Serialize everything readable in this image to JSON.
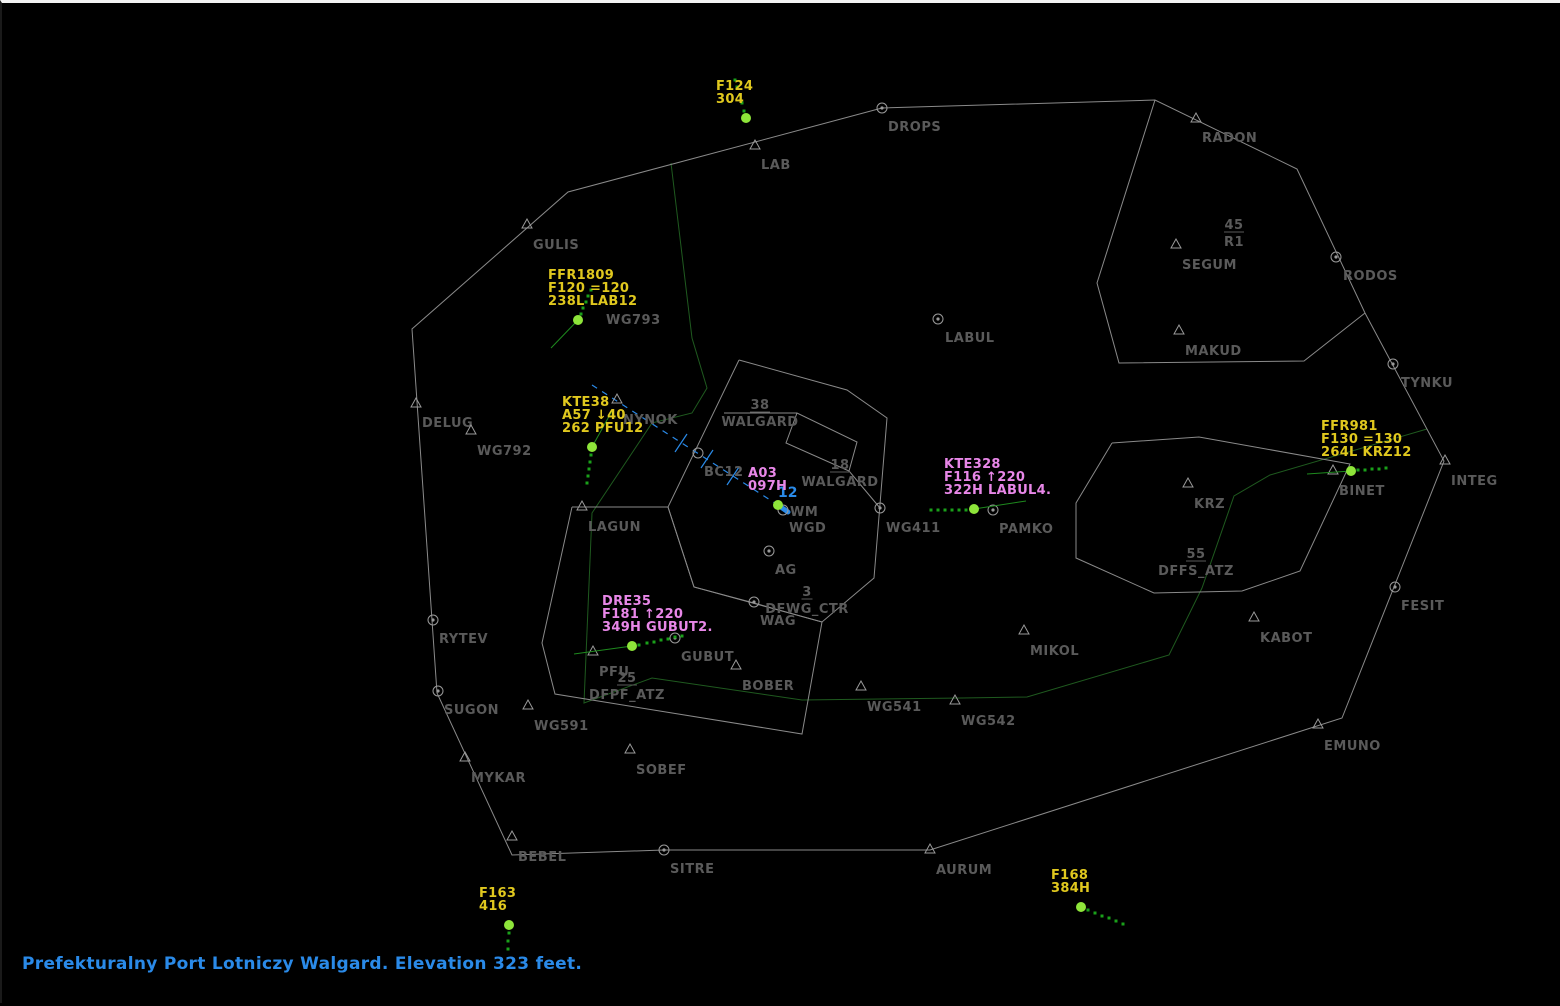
{
  "status_line": "Prefekturalny Port Lotniczy Walgard. Elevation 323 feet.",
  "colors": {
    "background": "#000000",
    "boundary_line": "#8a8a8a",
    "tma_line": "#1f5a1f",
    "fix_label": "#5a5a5a",
    "aircraft_blip": "#8ee53a",
    "history_dots": "#1aa01a",
    "label_arrival": "#e0c81e",
    "label_departure": "#e887e8",
    "approach_line": "#2a8ae8"
  },
  "fixes": [
    {
      "name": "DROPS",
      "type": "vor"
    },
    {
      "name": "LAB",
      "type": "triangle"
    },
    {
      "name": "RADON",
      "type": "triangle"
    },
    {
      "name": "GULIS",
      "type": "triangle"
    },
    {
      "name": "SEGUM",
      "type": "triangle"
    },
    {
      "name": "RODOS",
      "type": "vor"
    },
    {
      "name": "WG793",
      "type": "none"
    },
    {
      "name": "LABUL",
      "type": "vor"
    },
    {
      "name": "MAKUD",
      "type": "triangle"
    },
    {
      "name": "TYNKU",
      "type": "vor"
    },
    {
      "name": "DELUG",
      "type": "triangle"
    },
    {
      "name": "NYNOK",
      "type": "triangle"
    },
    {
      "name": "WG792",
      "type": "triangle"
    },
    {
      "name": "INTEG",
      "type": "triangle"
    },
    {
      "name": "BC12",
      "type": "circle"
    },
    {
      "name": "KRZ",
      "type": "triangle"
    },
    {
      "name": "BINET",
      "type": "triangle"
    },
    {
      "name": "WM",
      "type": "none"
    },
    {
      "name": "WGD",
      "type": "circle"
    },
    {
      "name": "WG411",
      "type": "vor"
    },
    {
      "name": "PAMKO",
      "type": "vor"
    },
    {
      "name": "LAGUN",
      "type": "triangle"
    },
    {
      "name": "AG",
      "type": "vor"
    },
    {
      "name": "FESIT",
      "type": "vor"
    },
    {
      "name": "WAG",
      "type": "vor"
    },
    {
      "name": "KABOT",
      "type": "triangle"
    },
    {
      "name": "RYTEV",
      "type": "vor"
    },
    {
      "name": "MIKOL",
      "type": "triangle"
    },
    {
      "name": "GUBUT",
      "type": "vor"
    },
    {
      "name": "PFU",
      "type": "triangle"
    },
    {
      "name": "BOBER",
      "type": "triangle"
    },
    {
      "name": "SUGON",
      "type": "vor"
    },
    {
      "name": "WG541",
      "type": "triangle"
    },
    {
      "name": "WG542",
      "type": "triangle"
    },
    {
      "name": "WG591",
      "type": "triangle"
    },
    {
      "name": "EMUNO",
      "type": "triangle"
    },
    {
      "name": "MYKAR",
      "type": "triangle"
    },
    {
      "name": "SOBEF",
      "type": "triangle"
    },
    {
      "name": "BEBEL",
      "type": "triangle"
    },
    {
      "name": "SITRE",
      "type": "vor"
    },
    {
      "name": "AURUM",
      "type": "triangle"
    }
  ],
  "airspaces": [
    {
      "name": "R1",
      "ceiling": "45"
    },
    {
      "name": "WALGARD",
      "ceiling": "38"
    },
    {
      "name": "WALGARD",
      "ceiling": "18"
    },
    {
      "name": "DFFS_ATZ",
      "ceiling": "55"
    },
    {
      "name": "DFWG_CTR",
      "ceiling": "3"
    },
    {
      "name": "DFPF_ATZ",
      "ceiling": "25"
    }
  ],
  "runway": {
    "label": "12"
  },
  "aircraft": [
    {
      "callsign": "",
      "lines": [
        "F124",
        "304"
      ],
      "kind": "arrival"
    },
    {
      "callsign": "FFR1809",
      "lines": [
        "FFR1809",
        "F120 =120",
        "238L LAB12"
      ],
      "kind": "arrival"
    },
    {
      "callsign": "KTE38",
      "lines": [
        "KTE38",
        "A57 ↓40",
        "262  PFU12"
      ],
      "kind": "arrival"
    },
    {
      "callsign": "A03",
      "lines": [
        "A03",
        "097H"
      ],
      "kind": "departure"
    },
    {
      "callsign": "KTE328",
      "lines": [
        "KTE328",
        "F116 ↑220",
        "322H LABUL4."
      ],
      "kind": "departure"
    },
    {
      "callsign": "FFR981",
      "lines": [
        "FFR981",
        "F130 =130",
        "264L KRZ12"
      ],
      "kind": "arrival"
    },
    {
      "callsign": "DRE35",
      "lines": [
        "DRE35",
        "F181 ↑220",
        "349H GUBUT2."
      ],
      "kind": "departure"
    },
    {
      "callsign": "",
      "lines": [
        "F163",
        "416"
      ],
      "kind": "arrival"
    },
    {
      "callsign": "",
      "lines": [
        "F168",
        "384H"
      ],
      "kind": "arrival"
    }
  ]
}
